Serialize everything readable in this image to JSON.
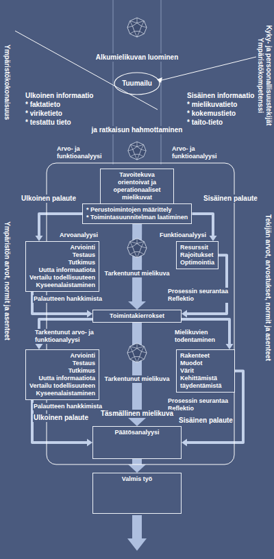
{
  "diagram": {
    "nodes": [
      {
        "text": [
          "Tavoitekuva orientoivat ja operationaaliset mielikuvat"
        ]
      },
      {
        "text": [
          "* Perustoimintojen määrittely",
          "* Toimintasuunnitelman laatiminen"
        ]
      },
      {
        "text": [
          "Arviointi",
          "Testaus",
          "Tutkimus",
          "Uutta informaatiota",
          "Vertailu todellisuuteen",
          "Kyseenalaistaminen"
        ]
      },
      {
        "text": [
          "Resurssit",
          "Rajoitukset",
          "Optimointia"
        ]
      },
      {
        "text": [
          "Toimintakierrokset"
        ]
      },
      {
        "text": [
          "Arviointi",
          "Testaus",
          "Tutkimus",
          "Uutta informaatiota",
          "Vertailu todellisuuteen",
          "Kyseenalaistaminen"
        ]
      },
      {
        "text": [
          "Rakenteet",
          "Muodot",
          "Värit",
          "Kehittämistä täydentämistä"
        ]
      },
      {
        "text": [
          "Päätösanalyysi"
        ]
      },
      {
        "text": [
          "Valmis työ"
        ]
      }
    ],
    "edges": [
      {
        "from": 0,
        "to": 1,
        "arrow": "to"
      },
      {
        "from": 1,
        "to": 4,
        "arrow": "to"
      },
      {
        "from": 4,
        "to": 7,
        "arrow": "to"
      },
      {
        "from": 7,
        "to": 8,
        "arrow": "to"
      },
      {
        "from": 1,
        "to": 2,
        "arrow": "to"
      },
      {
        "from": 1,
        "to": 3,
        "arrow": "to"
      },
      {
        "from": 2,
        "to": 4,
        "arrow": "to"
      },
      {
        "from": 3,
        "to": 4,
        "arrow": "to"
      },
      {
        "from": 4,
        "to": 5,
        "arrow": "to"
      },
      {
        "from": 4,
        "to": 6,
        "arrow": "to"
      },
      {
        "from": 5,
        "to": 7,
        "arrow": "to"
      },
      {
        "from": 6,
        "to": 7,
        "arrow": "to"
      }
    ],
    "labels": [
      "Ympäristökokonaisuus",
      "Kyky- ja persoonallisuustekijät",
      "Ympäristökompetenssi",
      "Alkumielikuvan luominen",
      "Ulkoinen informaatio",
      "* faktatieto",
      "* viriketieto",
      "* testattu tieto",
      "Tuumailu",
      "Sisäinen informaatio",
      "* mielikuvatieto",
      "* kokemustieto",
      "* taito-tieto",
      "ja ratkaisun hahmottaminen",
      "Arvo- ja funktioanalyysi",
      "Arvo- ja funktioanalyysi",
      "Ulkoinen palaute",
      "Sisäinen palaute",
      "Arvoanalyysi",
      "Funktioanalyysi",
      "Ympäristön arvot, normit ja asenteet",
      "Tekijän arvot, arvostukset, normit ja asenteet",
      "Tarkentunut mielikuva",
      "Palautteen hankkimista",
      "Prosessin seurantaa Reflektio",
      "Tarkentunut arvo- ja funktioanalyysi",
      "Mielikuvien todentaminen",
      "Tarkentunut mielikuva",
      "Palautteen hankkimista",
      "Prosessin seurantaa Reflektio",
      "Täsmällinen mielikuva",
      "Ulkoinen palaute",
      "Sisäinen palaute"
    ]
  }
}
